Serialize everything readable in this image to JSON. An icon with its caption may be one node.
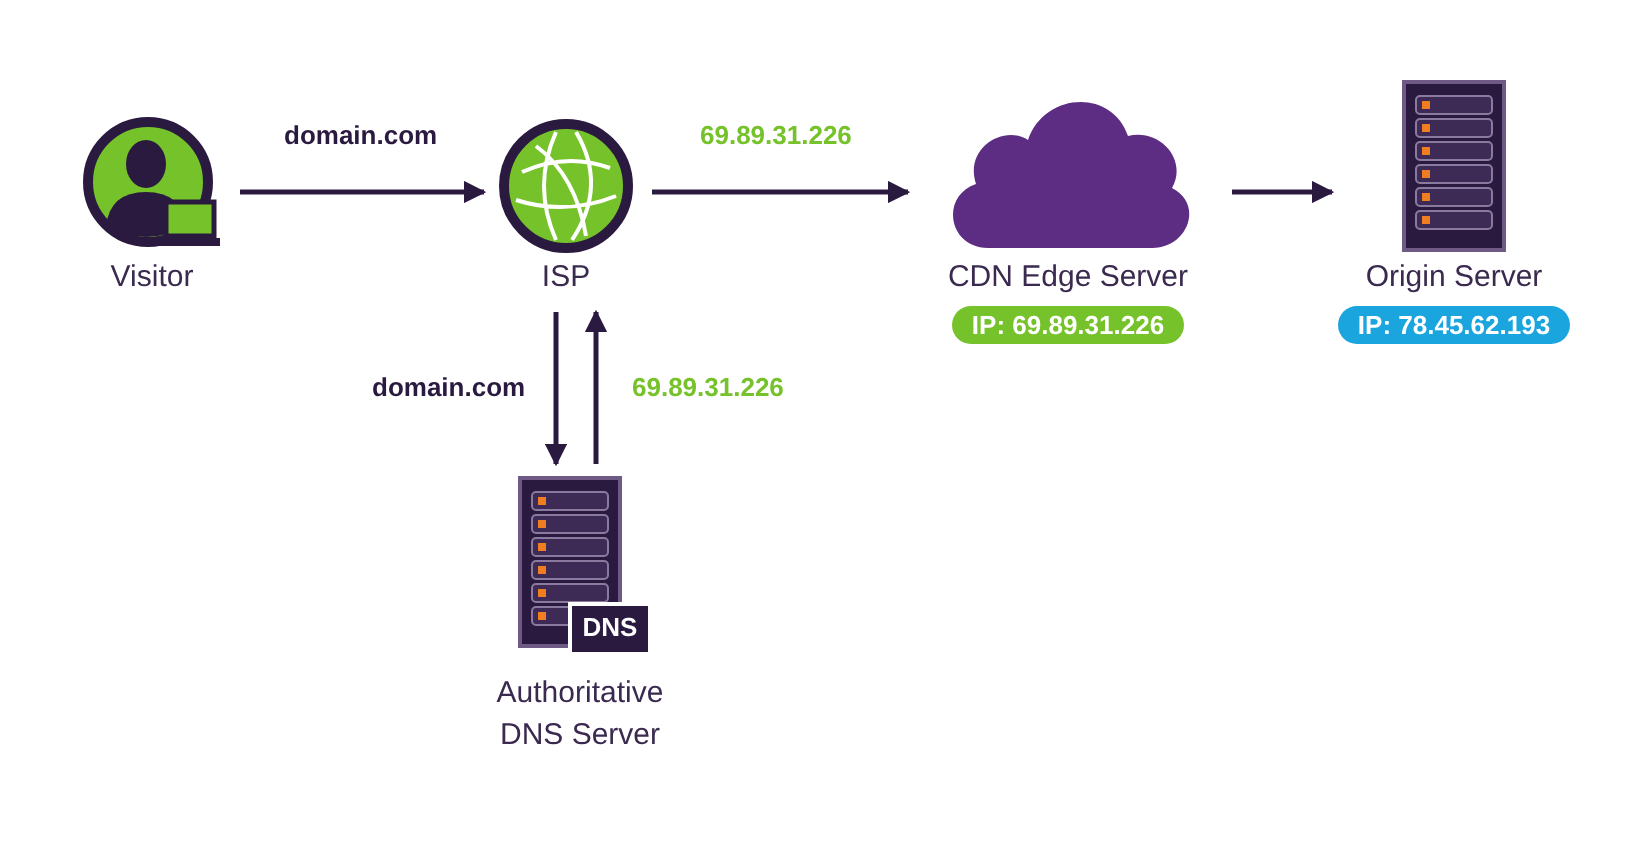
{
  "diagram": {
    "nodes": [
      {
        "text": [
          "Visitor"
        ]
      },
      {
        "text": [
          "ISP"
        ]
      },
      {
        "text": [
          "CDN Edge Server"
        ],
        "beside": [
          "IP: 69.89.31.226"
        ]
      },
      {
        "text": [
          "Origin Server"
        ],
        "beside": [
          "IP: 78.45.62.193"
        ]
      },
      {
        "text": [
          "DNS",
          "Authoritative DNS Server"
        ]
      }
    ],
    "edges": [
      {
        "from": 0,
        "to": 1,
        "arrow": "to",
        "label": "domain.com"
      },
      {
        "from": 1,
        "to": 2,
        "arrow": "to",
        "label": "69.89.31.226"
      },
      {
        "from": 2,
        "to": 3,
        "arrow": "to"
      },
      {
        "from": 1,
        "to": 4,
        "arrow": "to",
        "label": "domain.com"
      },
      {
        "from": 4,
        "to": 1,
        "arrow": "to",
        "label": "69.89.31.226"
      }
    ]
  }
}
